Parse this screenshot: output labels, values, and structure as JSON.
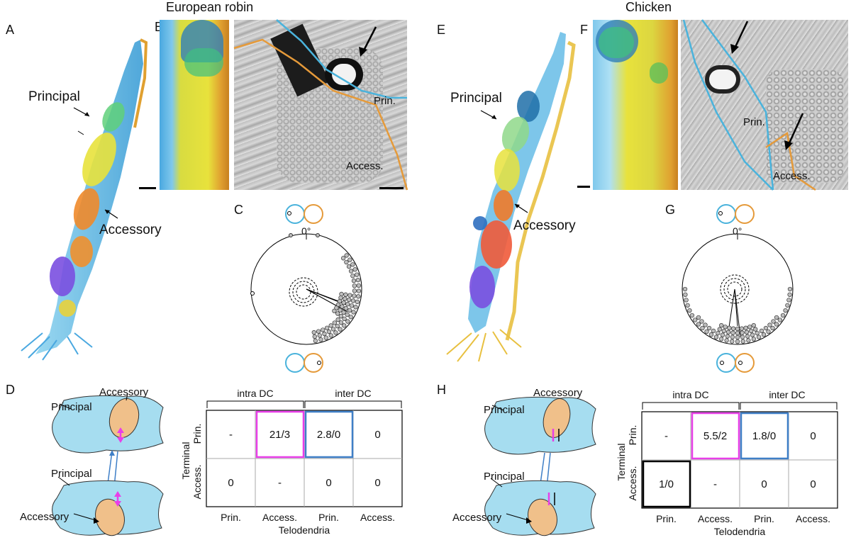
{
  "species": {
    "left": "European robin",
    "right": "Chicken"
  },
  "panels": {
    "A": "A",
    "B": "B",
    "C": "C",
    "D": "D",
    "E": "E",
    "F": "F",
    "G": "G",
    "H": "H"
  },
  "labels": {
    "principal": "Principal",
    "accessory": "Accessory",
    "prin_short": "Prin.",
    "access_short": "Access.",
    "zero_deg": "0°"
  },
  "tables": {
    "group_intra": "intra DC",
    "group_inter": "inter DC",
    "row_axis": "Terminal",
    "col_axis": "Telodendria",
    "row_labels": [
      "Prin.",
      "Access."
    ],
    "col_labels": [
      "Prin.",
      "Access.",
      "Prin.",
      "Access."
    ],
    "robin_cells": [
      [
        "-",
        "21/3",
        "2.8/0",
        "0"
      ],
      [
        "0",
        "-",
        "0",
        "0"
      ]
    ],
    "chicken_cells": [
      [
        "-",
        "5.5/2",
        "1.8/0",
        "0"
      ],
      [
        "1/0",
        "-",
        "0",
        "0"
      ]
    ]
  },
  "colors": {
    "principal_cyan": "#5bbfe3",
    "accessory_orange": "#e8a33a",
    "magenta": "#e83fe8",
    "blue_box": "#3f7fc7",
    "cell_blue": "#a6ddf0",
    "accessory_fill": "#f0c08a"
  }
}
